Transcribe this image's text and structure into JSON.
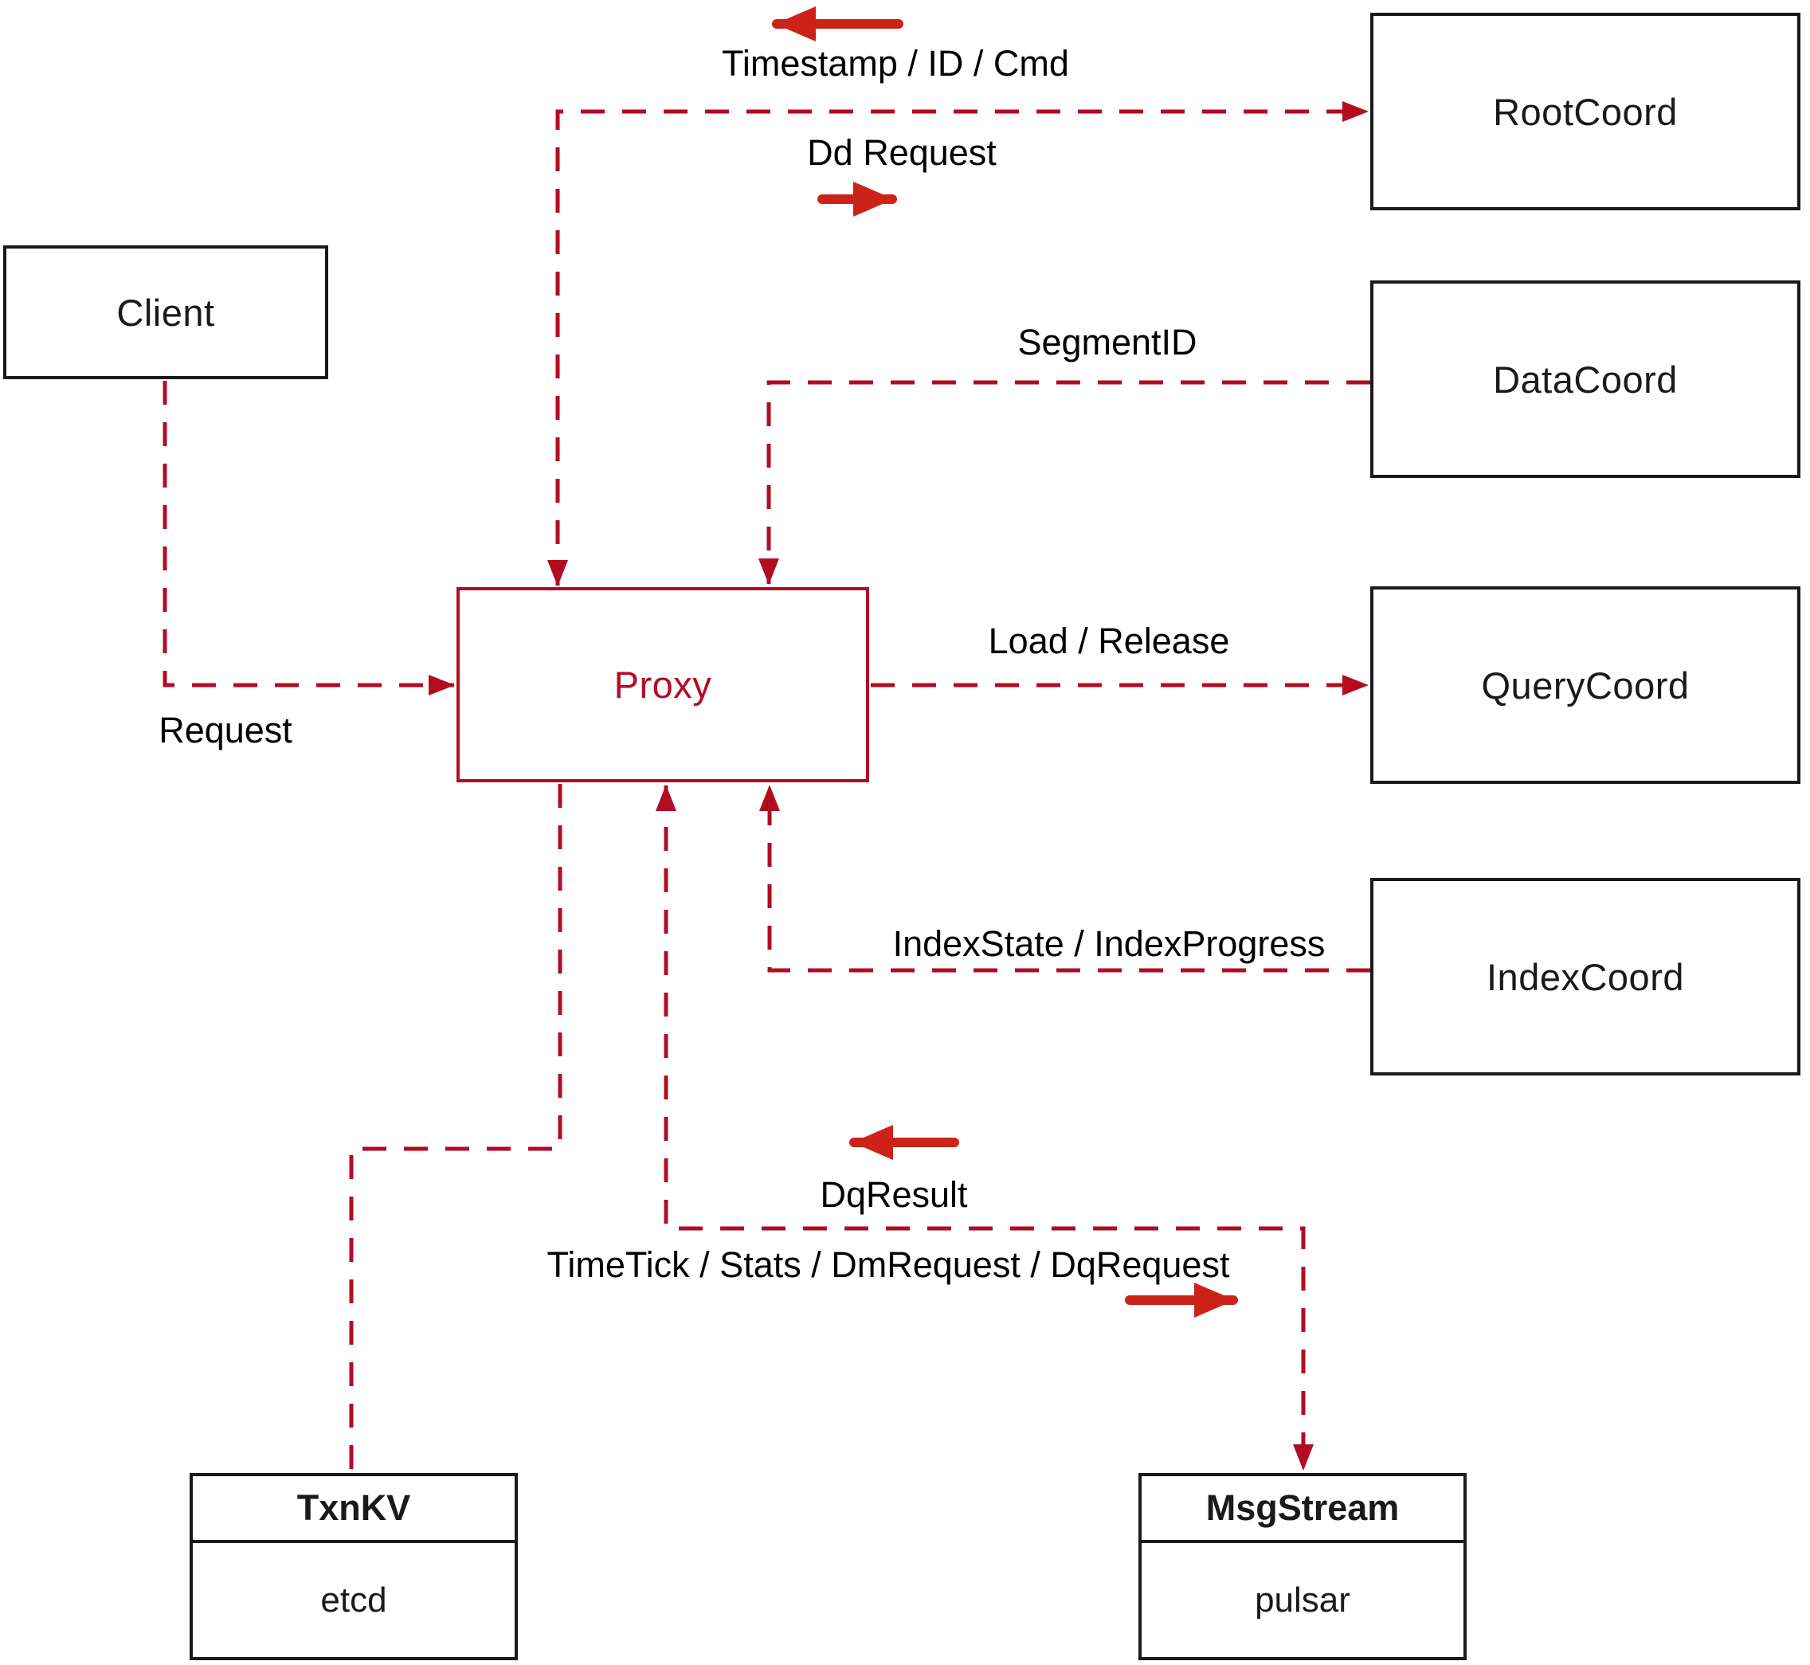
{
  "diagram": {
    "nodes": {
      "client": {
        "label": "Client"
      },
      "proxy": {
        "label": "Proxy"
      },
      "root_coord": {
        "label": "RootCoord"
      },
      "data_coord": {
        "label": "DataCoord"
      },
      "query_coord": {
        "label": "QueryCoord"
      },
      "index_coord": {
        "label": "IndexCoord"
      },
      "txn_kv": {
        "title": "TxnKV",
        "subtitle": "etcd"
      },
      "msg_stream": {
        "title": "MsgStream",
        "subtitle": "pulsar"
      }
    },
    "edge_labels": {
      "timestamp": "Timestamp / ID / Cmd",
      "dd_request": "Dd Request",
      "segment_id": "SegmentID",
      "request": "Request",
      "load_release": "Load / Release",
      "index_state": "IndexState / IndexProgress",
      "dq_result": "DqResult",
      "time_tick": "TimeTick / Stats / DmRequest / DqRequest"
    },
    "edges": [
      {
        "from": "Client",
        "to": "Proxy",
        "labels": [
          "Request"
        ],
        "direction": "one-way"
      },
      {
        "from": "Proxy",
        "to": "RootCoord",
        "labels": [
          "Dd Request",
          "Timestamp / ID / Cmd"
        ],
        "direction": "two-way"
      },
      {
        "from": "DataCoord",
        "to": "Proxy",
        "labels": [
          "SegmentID"
        ],
        "direction": "one-way"
      },
      {
        "from": "Proxy",
        "to": "QueryCoord",
        "labels": [
          "Load / Release"
        ],
        "direction": "one-way"
      },
      {
        "from": "IndexCoord",
        "to": "Proxy",
        "labels": [
          "IndexState / IndexProgress"
        ],
        "direction": "one-way"
      },
      {
        "from": "Proxy",
        "to": "TxnKV",
        "labels": [],
        "direction": "plain"
      },
      {
        "from": "Proxy",
        "to": "MsgStream",
        "labels": [
          "TimeTick / Stats / DmRequest / DqRequest",
          "DqResult"
        ],
        "direction": "two-way"
      }
    ],
    "colors": {
      "dashed_line_red": "#b20c23",
      "solid_arrow_red": "#cc2318",
      "box_border_black": "#1a1a1a",
      "background": "#ffffff"
    }
  }
}
